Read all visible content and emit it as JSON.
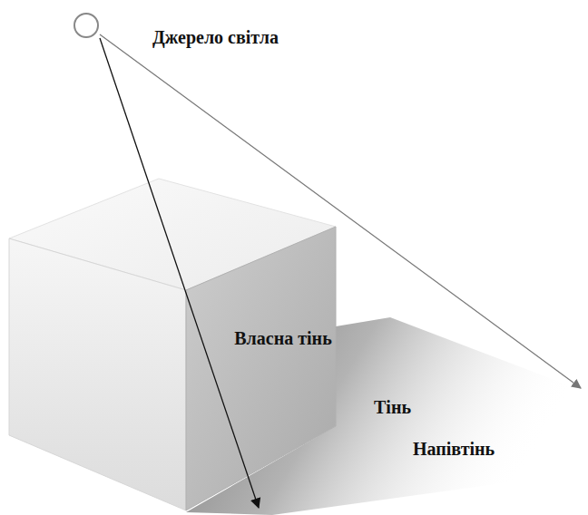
{
  "diagram": {
    "labels": [
      "Джерело світла",
      "Власна тінь",
      "Тінь",
      "Напівтінь"
    ]
  }
}
